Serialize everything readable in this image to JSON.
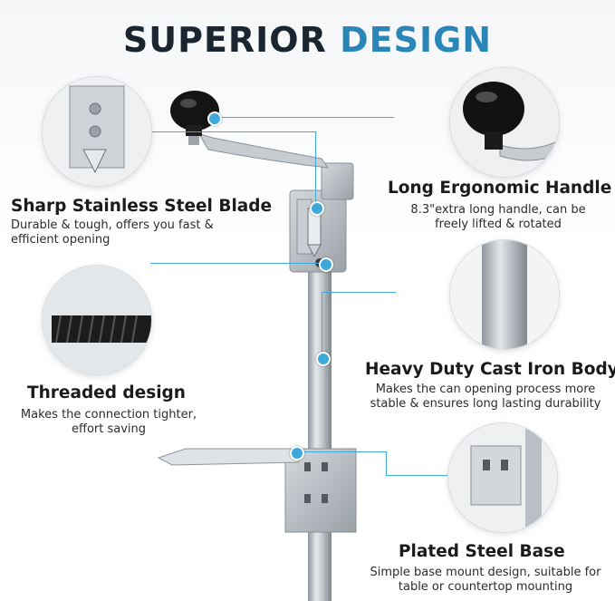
{
  "title": {
    "part1": "SUPERIOR",
    "part2": "DESIGN"
  },
  "features": {
    "blade": {
      "title": "Sharp Stainless Steel Blade",
      "desc_line1": "Durable & tough, offers you fast &",
      "desc_line2": "efficient opening"
    },
    "handle": {
      "title": "Long Ergonomic Handle",
      "desc_line1": "8.3\"extra long handle, can be",
      "desc_line2": "freely lifted & rotated"
    },
    "threaded": {
      "title": "Threaded design",
      "desc_line1": "Makes the connection tighter,",
      "desc_line2": "effort saving"
    },
    "body": {
      "title": "Heavy Duty Cast Iron Body",
      "desc_line1": "Makes the can opening process more",
      "desc_line2": "stable & ensures long lasting durability"
    },
    "base": {
      "title": "Plated Steel Base",
      "desc_line1": "Simple base mount design, suitable for",
      "desc_line2": "table or countertop mounting"
    }
  },
  "colors": {
    "accent": "#3fa9dc",
    "title_dark": "#1a2530",
    "title_blue": "#2b86b8"
  }
}
